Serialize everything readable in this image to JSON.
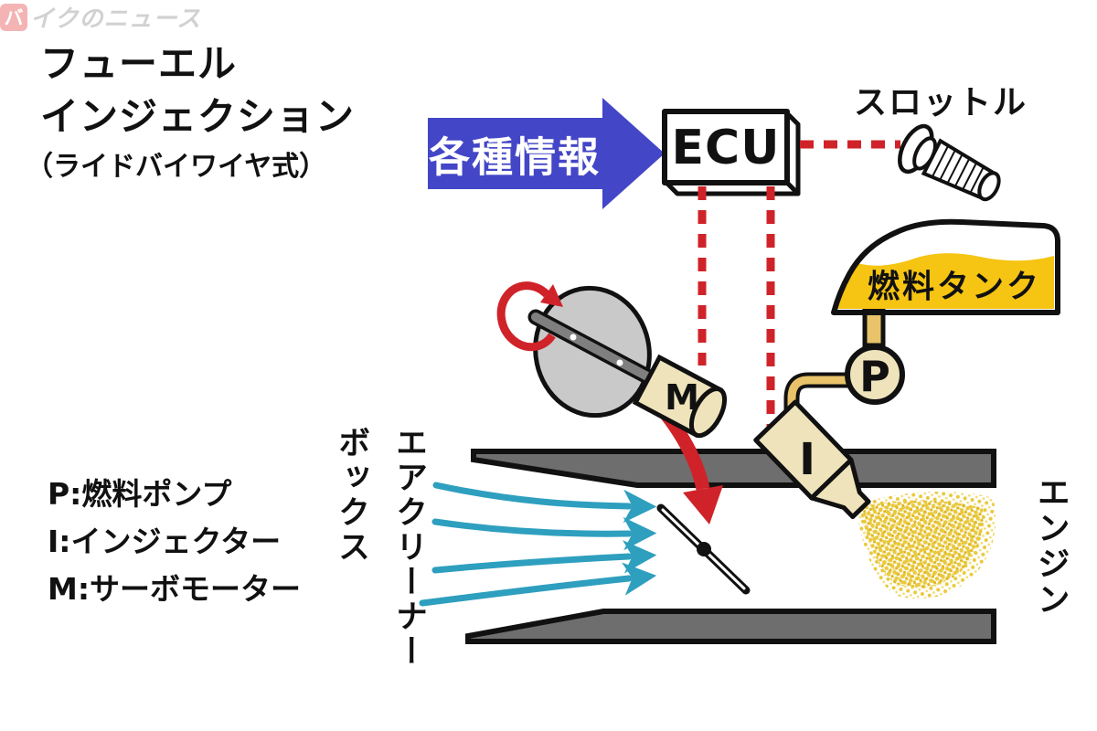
{
  "title": {
    "line1": "フューエル",
    "line2": "インジェクション",
    "line3": "（ライドバイワイヤ式）"
  },
  "info_arrow": {
    "label": "各種情報"
  },
  "ecu": {
    "label": "ECU"
  },
  "throttle": {
    "label": "スロットル"
  },
  "fuel_tank": {
    "label": "燃料タンク"
  },
  "components": {
    "pump_letter": "P",
    "injector_letter": "I",
    "servo_letter": "M"
  },
  "legend": {
    "lines": [
      "P:燃料ポンプ",
      "I:インジェクター",
      "M:サーボモーター"
    ]
  },
  "intake": {
    "air_cleaner_label": "エアクリーナー",
    "box_label": "ボックス"
  },
  "engine_label": "エンジン",
  "watermark": {
    "badge": "バ",
    "text": "イクのニュース"
  },
  "colors": {
    "info_arrow_blue": "#4346c6",
    "signal_red": "#cf2329",
    "tank_yellow": "#f6c412",
    "component_cream": "#efe3bb",
    "pipe_tan": "#e8c36a",
    "airflow_teal": "#2e9fbe",
    "duct_gray": "#6e6e6e",
    "disc_gray": "#c9c9c9",
    "shaft_gray": "#7f7f7f",
    "spray_yellow": "#e9c93c",
    "outline_black": "#111111",
    "watermark_red": "#e85a5a",
    "watermark_gray": "#9a9a9a"
  }
}
